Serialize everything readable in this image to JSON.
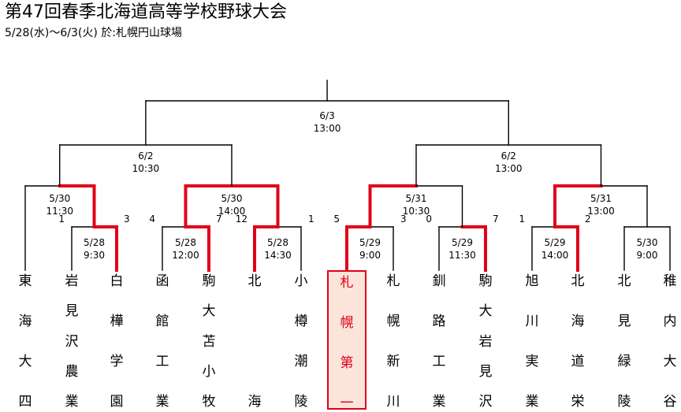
{
  "title": "第47回春季北海道高等学校野球大会",
  "subtitle": "5/28(水)〜6/3(火) 於:札幌円山球場",
  "colors": {
    "line": "#000000",
    "win": "#e0001a",
    "champion_fill": "#fbe4da"
  },
  "matches": [
    {
      "id": "m1",
      "date": "5/28",
      "time": "9:30",
      "score_left": "1",
      "score_right": "3"
    },
    {
      "id": "m2",
      "date": "5/28",
      "time": "12:00",
      "score_left": "4",
      "score_right": "7"
    },
    {
      "id": "m3",
      "date": "5/28",
      "time": "14:30",
      "score_left": "12",
      "score_right": "1"
    },
    {
      "id": "m4",
      "date": "5/29",
      "time": "9:00",
      "score_left": "5",
      "score_right": "3"
    },
    {
      "id": "m5",
      "date": "5/29",
      "time": "11:30",
      "score_left": "0",
      "score_right": "7"
    },
    {
      "id": "m6",
      "date": "5/29",
      "time": "14:00",
      "score_left": "1",
      "score_right": "2"
    },
    {
      "id": "m7",
      "date": "5/30",
      "time": "9:00"
    },
    {
      "id": "q1",
      "date": "5/30",
      "time": "11:30"
    },
    {
      "id": "q2",
      "date": "5/30",
      "time": "14:00"
    },
    {
      "id": "q3",
      "date": "5/31",
      "time": "10:30"
    },
    {
      "id": "q4",
      "date": "5/31",
      "time": "13:00"
    },
    {
      "id": "s1",
      "date": "6/2",
      "time": "10:30"
    },
    {
      "id": "s2",
      "date": "6/2",
      "time": "13:00"
    },
    {
      "id": "f",
      "date": "6/3",
      "time": "13:00"
    }
  ],
  "teams": [
    {
      "name": "東海大四"
    },
    {
      "name": "岩見沢農業"
    },
    {
      "name": "白樺学園"
    },
    {
      "name": "函館工業"
    },
    {
      "name": "駒大苫小牧"
    },
    {
      "name": "北海"
    },
    {
      "name": "小樽潮陵"
    },
    {
      "name": "札幌第一",
      "champion": true
    },
    {
      "name": "札幌新川"
    },
    {
      "name": "釧路工業"
    },
    {
      "name": "駒大岩見沢"
    },
    {
      "name": "旭川実業"
    },
    {
      "name": "北海道栄"
    },
    {
      "name": "北見緑陵"
    },
    {
      "name": "稚内大谷"
    }
  ]
}
